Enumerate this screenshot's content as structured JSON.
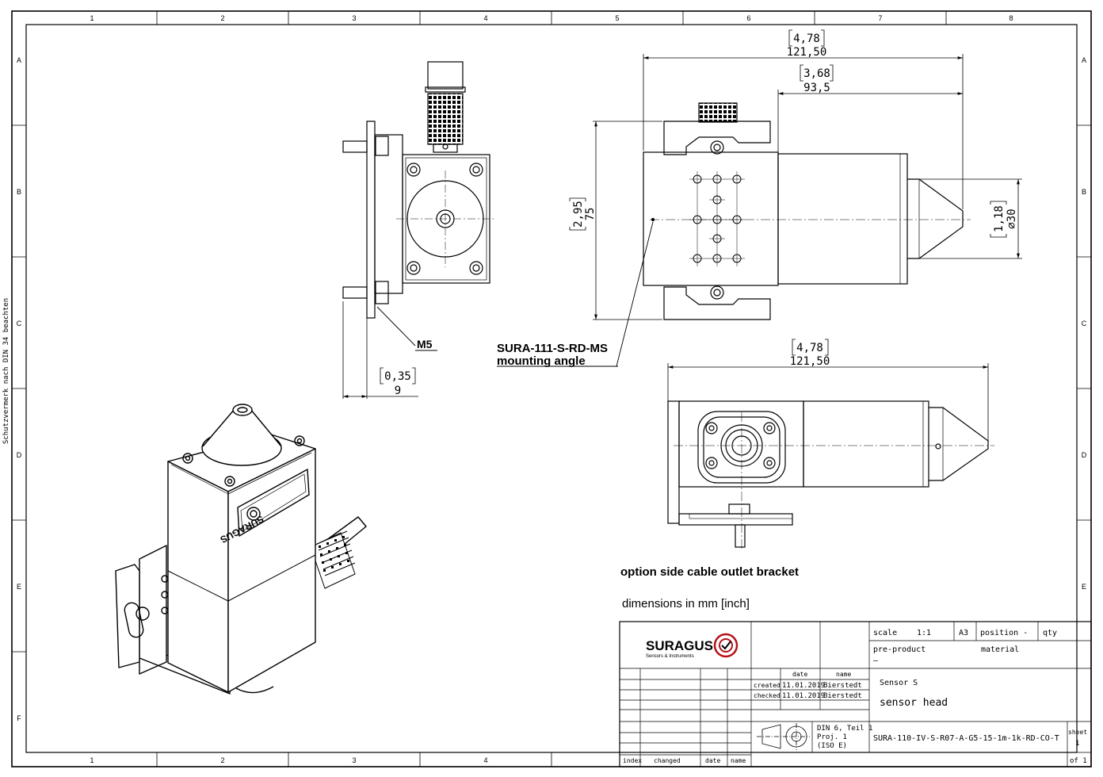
{
  "frame": {
    "columns": [
      "1",
      "2",
      "3",
      "4",
      "5",
      "6",
      "7",
      "8"
    ],
    "rows": [
      "A",
      "B",
      "C",
      "D",
      "E",
      "F"
    ],
    "side_note": "Schutzvermerk nach DIN 34 beachten"
  },
  "dims": {
    "front_top_inch": "4,78",
    "front_top_mm": "121,50",
    "front_mid_inch": "3,68",
    "front_mid_mm": "93,5",
    "front_height_inch": "2,95",
    "front_height_mm": "75",
    "front_dia_inch": "1,18",
    "front_dia_mm": "⌀30",
    "side_width_inch": "0,35",
    "side_width_mm": "9",
    "bottom_len_inch": "4,78",
    "bottom_len_mm": "121,50"
  },
  "labels": {
    "thread": "M5",
    "part_no": "SURA-111-S-RD-MS",
    "part_desc": "mounting angle",
    "option": "option side cable outlet bracket",
    "units": "dimensions in mm [inch]",
    "brand_plate": "SURAGUS"
  },
  "title_block": {
    "logo_name": "SURAGUS",
    "logo_sub": "Sensors & Instruments",
    "scale_label": "scale",
    "scale_value": "1:1",
    "format": "A3",
    "position_label": "position -",
    "qty_label": "qty",
    "preproduct_label": "pre-product",
    "preproduct_value": "—",
    "material_label": "material",
    "date_label": "date",
    "name_label": "name",
    "created_label": "created",
    "created_date": "11.01.2019",
    "created_name": "Bierstedt",
    "checked_label": "checked",
    "checked_date": "11.01.2019",
    "checked_name": "Bierstedt",
    "title1": "Sensor S",
    "title2": "sensor head",
    "din_line1": "DIN 6, Teil 1",
    "din_line2": "Proj. 1",
    "din_line3": "(ISO E)",
    "drawing_no": "SURA-110-IV-S-R07-A-G5-15-1m-1k-RD-CO-T",
    "sheet_label": "sheet",
    "sheet_value": "1",
    "of_label": "of 1",
    "index_label": "index",
    "changed_label": "changed",
    "rev_date_label": "date",
    "rev_name_label": "name"
  },
  "colors": {
    "logo_red": "#b5121b",
    "line": "#000000",
    "center_line": "#000000"
  }
}
